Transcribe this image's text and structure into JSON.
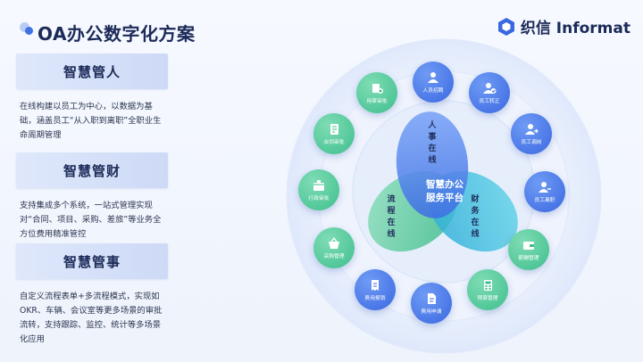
{
  "title": "OA办公数字化方案",
  "brand": {
    "name": "织信 Informat"
  },
  "sections": [
    {
      "heading": "智慧管人",
      "body": "在线构建以员工为中心，以数据为基础，涵盖员工“从入职到离职”全职业生命周期管理"
    },
    {
      "heading": "智慧管财",
      "body": "支持集成多个系统，一站式管理实现对“合同、项目、采购、差旅”等业务全方位费用精准管控"
    },
    {
      "heading": "智慧管事",
      "body": "自定义流程表单+多流程模式，实现如OKR、车辆、会议室等更多场景的审批流转，支持跟踪、监控、统计等多场景化应用"
    }
  ],
  "center": {
    "line1": "智慧办公",
    "line2": "服务平台"
  },
  "petals": {
    "top": "人事在线",
    "left": "流程在线",
    "right": "财务在线"
  },
  "nodes": [
    {
      "label": "人员招聘",
      "icon": "person-icon",
      "color": "blue"
    },
    {
      "label": "员工转正",
      "icon": "person-check-icon",
      "color": "blue"
    },
    {
      "label": "员工调岗",
      "icon": "person-transfer-icon",
      "color": "blue"
    },
    {
      "label": "员工离职",
      "icon": "person-leave-icon",
      "color": "blue"
    },
    {
      "label": "薪酬管理",
      "icon": "wallet-icon",
      "color": "green"
    },
    {
      "label": "预算管理",
      "icon": "calculator-icon",
      "color": "green"
    },
    {
      "label": "费用申请",
      "icon": "document-icon",
      "color": "blue"
    },
    {
      "label": "费用报销",
      "icon": "receipt-icon",
      "color": "blue"
    },
    {
      "label": "采购管理",
      "icon": "basket-icon",
      "color": "green"
    },
    {
      "label": "行政审批",
      "icon": "stamp-icon",
      "color": "green"
    },
    {
      "label": "合同审批",
      "icon": "contract-icon",
      "color": "green"
    },
    {
      "label": "用章审批",
      "icon": "seal-icon",
      "color": "green"
    }
  ],
  "colors": {
    "blue": "#3a68e0",
    "green": "#3fbf8e",
    "cyan": "#2bbfd6",
    "title": "#1c2a58"
  }
}
